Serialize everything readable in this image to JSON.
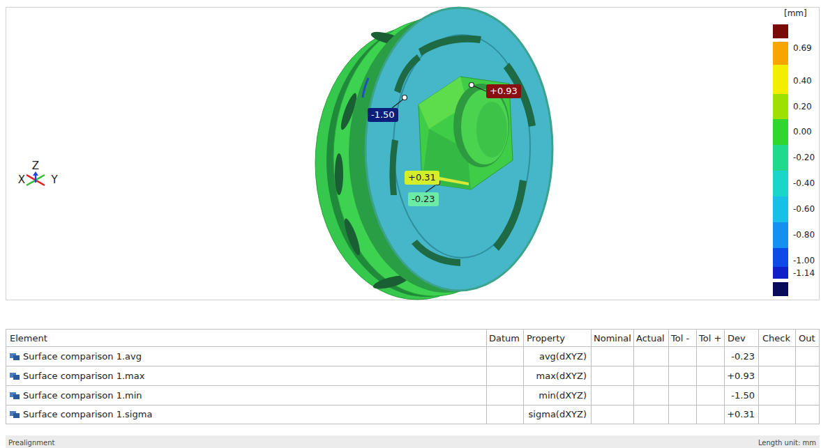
{
  "diagram": {
    "nodes": [
      {
        "text": [
          "+0.93"
        ]
      },
      {
        "text": [
          "-1.50"
        ]
      },
      {
        "text": [
          "+0.31"
        ]
      },
      {
        "text": [
          "-0.23"
        ]
      }
    ],
    "labels": [
      "[mm]",
      "X",
      "Z",
      "Y",
      "Element",
      "Datum",
      "Property",
      "Nominal",
      "Actual",
      "Tol -",
      "Tol +",
      "Dev",
      "Check",
      "Out",
      "Surface comparison 1.avg",
      "avg(dXYZ)",
      "-0.23",
      "Surface comparison 1.max",
      "max(dXYZ)",
      "+0.93",
      "Surface comparison 1.min",
      "min(dXYZ)",
      "-1.50",
      "Surface comparison 1.sigma",
      "sigma(dXYZ)",
      "+0.31",
      "Prealignment",
      "Length unit: mm"
    ],
    "legend": [
      {
        "text": "0.69",
        "color": "#f7a600"
      },
      {
        "text": "0.40",
        "color": "#f2ee00"
      },
      {
        "text": "0.20",
        "color": "#9ee000"
      },
      {
        "text": "0.00",
        "color": "#2ed62e"
      },
      {
        "text": "-0.20",
        "color": "#1fd98c"
      },
      {
        "text": "-0.40",
        "color": "#1ad6c8"
      },
      {
        "text": "-0.60",
        "color": "#18c0e8"
      },
      {
        "text": "-0.80",
        "color": "#1590f0"
      },
      {
        "text": "-1.00",
        "color": "#0f4ae8"
      },
      {
        "text": "-1.14",
        "color": "#1020c8"
      }
    ]
  }
}
